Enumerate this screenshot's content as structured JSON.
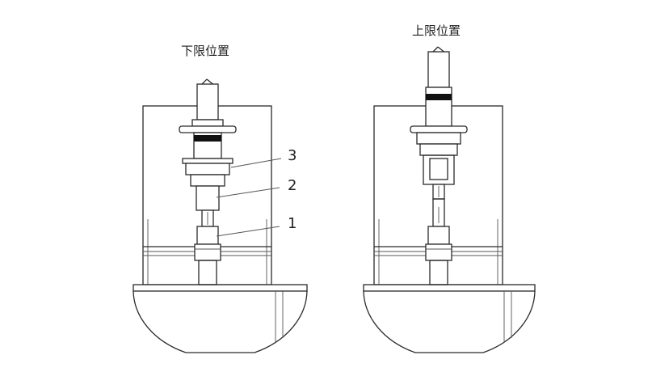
{
  "diagram": {
    "left_view": {
      "title": "下限位置"
    },
    "right_view": {
      "title": "上限位置"
    },
    "callouts": [
      {
        "label": "3"
      },
      {
        "label": "2"
      },
      {
        "label": "1"
      }
    ]
  }
}
